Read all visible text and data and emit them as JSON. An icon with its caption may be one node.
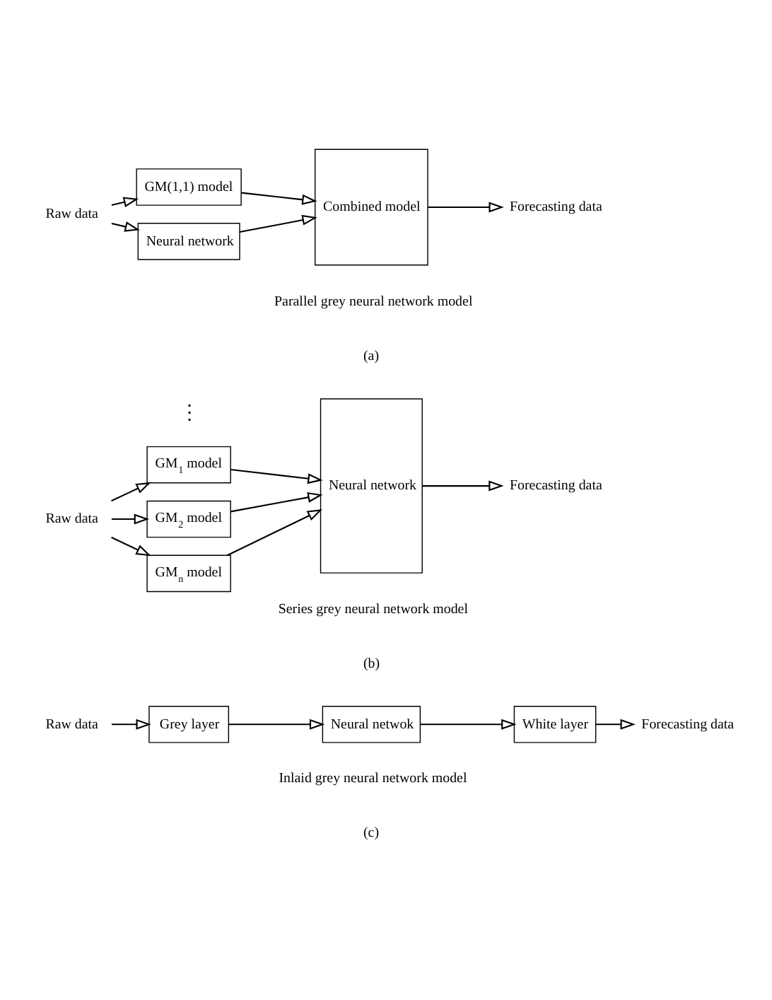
{
  "diagram": {
    "nodes": [
      {
        "text": [
          "Raw data"
        ]
      },
      {
        "text": [
          "GM(1,1) model"
        ]
      },
      {
        "text": [
          "Neural network"
        ]
      },
      {
        "text": [
          "Combined model"
        ]
      },
      {
        "text": [
          "Forecasting data"
        ]
      },
      {
        "text": [
          "Raw data"
        ]
      },
      {
        "text": [
          "GM$_{1}$ model"
        ]
      },
      {
        "text": [
          "GM$_{2}$ model"
        ]
      },
      {
        "text": [
          "GM$_{n}$ model"
        ]
      },
      {
        "text": [
          "Neural network"
        ]
      },
      {
        "text": [
          "Forecasting data"
        ]
      },
      {
        "text": [
          "Raw data"
        ]
      },
      {
        "text": [
          "Grey layer"
        ]
      },
      {
        "text": [
          "Neural netwok"
        ]
      },
      {
        "text": [
          "White layer"
        ]
      },
      {
        "text": [
          "Forecasting data"
        ]
      }
    ],
    "edges": [
      {
        "from": 0,
        "to": 1,
        "arrow": "to"
      },
      {
        "from": 0,
        "to": 2,
        "arrow": "to"
      },
      {
        "from": 1,
        "to": 3,
        "arrow": "to"
      },
      {
        "from": 2,
        "to": 3,
        "arrow": "to"
      },
      {
        "from": 3,
        "to": 4,
        "arrow": "to"
      },
      {
        "from": 5,
        "to": 6,
        "arrow": "to"
      },
      {
        "from": 5,
        "to": 7,
        "arrow": "to"
      },
      {
        "from": 5,
        "to": 8,
        "arrow": "to"
      },
      {
        "from": 6,
        "to": 9,
        "arrow": "to"
      },
      {
        "from": 7,
        "to": 9,
        "arrow": "to"
      },
      {
        "from": 8,
        "to": 9,
        "arrow": "to"
      },
      {
        "from": 9,
        "to": 10,
        "arrow": "to"
      },
      {
        "from": 11,
        "to": 12,
        "arrow": "to"
      },
      {
        "from": 12,
        "to": 13,
        "arrow": "to"
      },
      {
        "from": 13,
        "to": 14,
        "arrow": "to"
      },
      {
        "from": 14,
        "to": 15,
        "arrow": "to"
      }
    ],
    "labels": [
      "Parallel grey neural network model",
      "(a)",
      "⋮",
      "Series grey neural network model",
      "(b)",
      "Inlaid grey neural network model",
      "(c)"
    ]
  }
}
